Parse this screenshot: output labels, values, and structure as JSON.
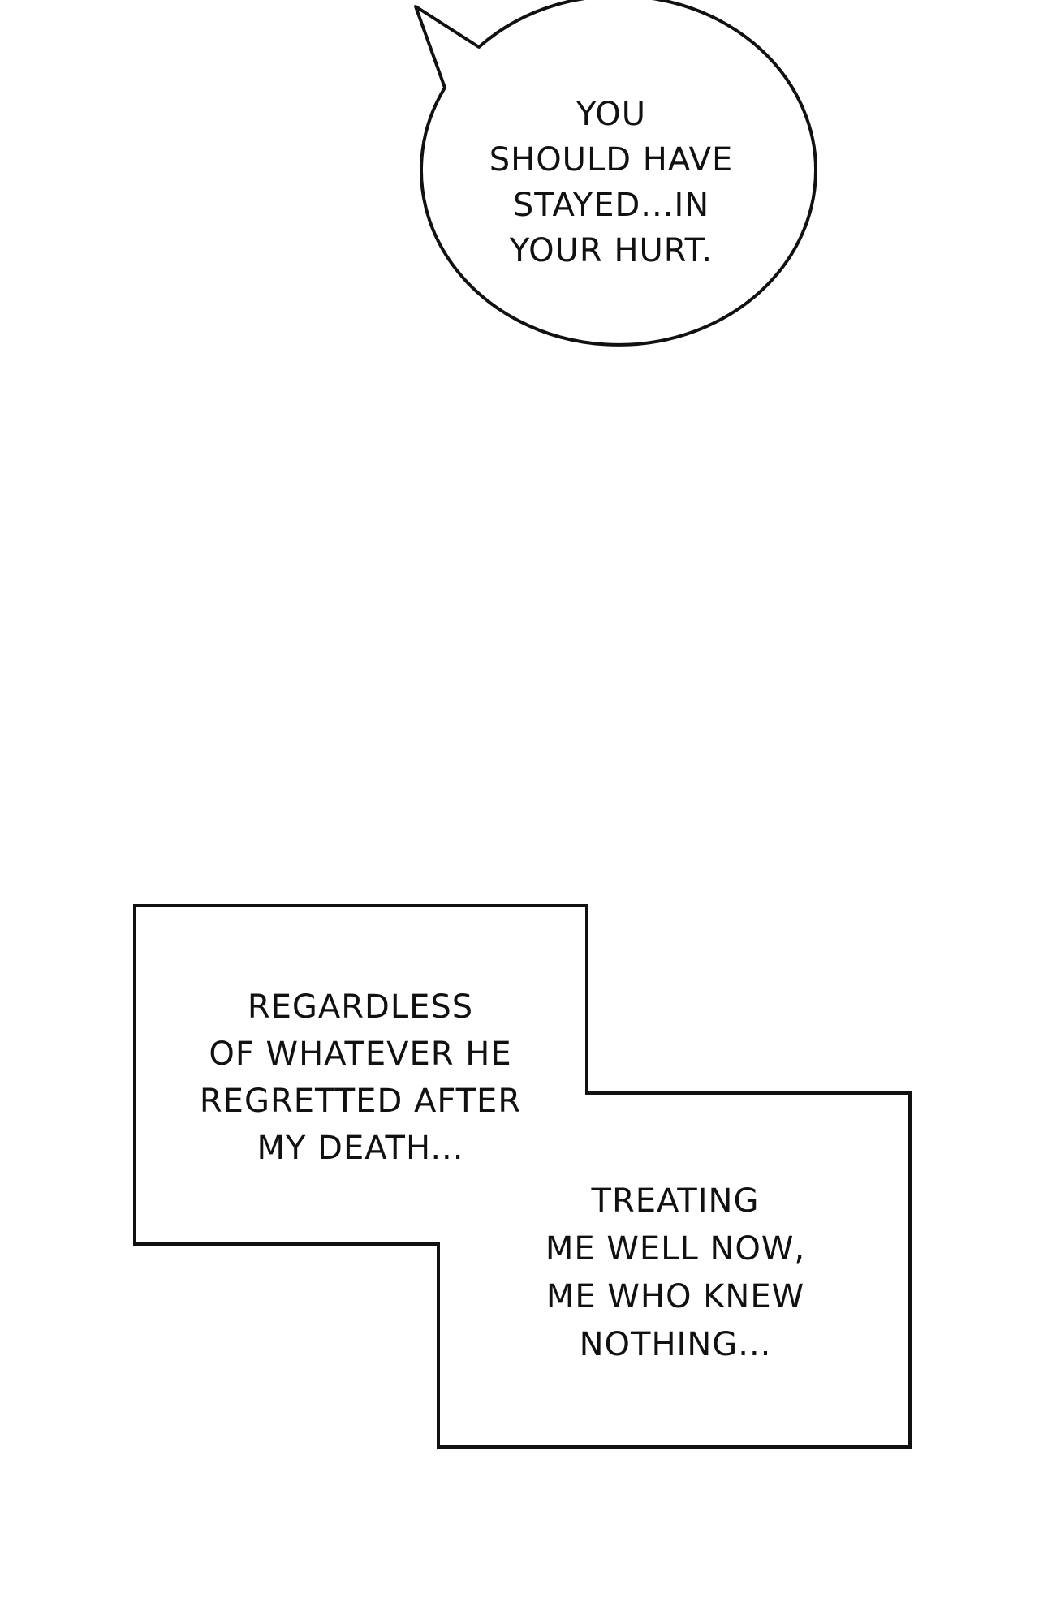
{
  "speech_bubble": {
    "lines": [
      "YOU",
      "SHOULD HAVE",
      "STAYED...IN",
      "YOUR HURT."
    ]
  },
  "narration_box_1": {
    "lines": [
      "REGARDLESS",
      "OF WHATEVER HE",
      "REGRETTED AFTER",
      "MY DEATH..."
    ]
  },
  "narration_box_2": {
    "lines": [
      "TREATING",
      "ME WELL NOW,",
      "ME WHO KNEW",
      "NOTHING..."
    ]
  },
  "colors": {
    "background": "#ffffff",
    "ink": "#111111"
  }
}
